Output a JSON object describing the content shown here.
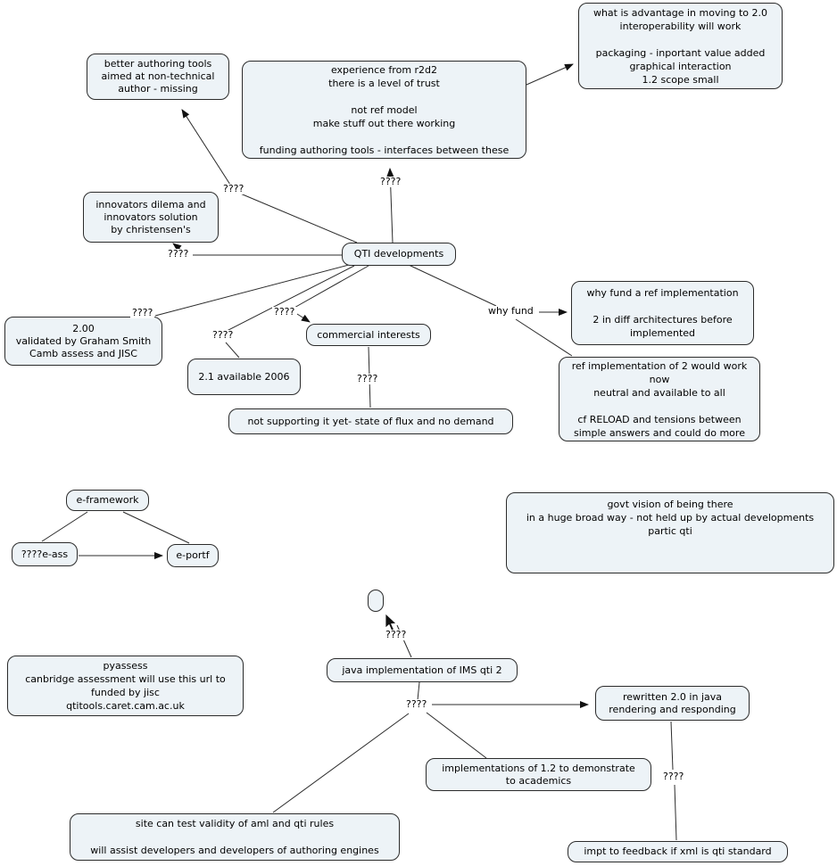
{
  "map": {
    "style": {
      "node_fill": "#edf3f7",
      "node_border": "#2b2b2b",
      "line_color": "#2b2b2b",
      "background": "#ffffff"
    },
    "nodes": {
      "better_authoring": {
        "label": "better authoring tools\naimed at non-technical\nauthor - missing"
      },
      "experience": {
        "label": "experience from r2d2\nthere is a level of trust\n\nnot ref model\nmake stuff out there working\n\nfunding authoring tools - interfaces between these"
      },
      "advantage": {
        "label": "what is advantage in moving to 2.0\ninteroperability will work\n\npackaging - inportant value added\ngraphical interaction\n1.2 scope small"
      },
      "innovators": {
        "label": "innovators dilema and\ninnovators solution\nby christensen's"
      },
      "qti": {
        "label": "QTI developments"
      },
      "v200": {
        "label": "2.00\nvalidated by Graham Smith\nCamb assess and JISC"
      },
      "v21": {
        "label": "2.1 available 2006"
      },
      "commercial": {
        "label": "commercial interests"
      },
      "why_fund_ref": {
        "label": "why fund a ref implementation\n\n2 in diff architectures before\nimplemented"
      },
      "ref_impl": {
        "label": "ref implementation of 2 would work\nnow\nneutral and available to all\n\ncf RELOAD and tensions between\nsimple answers and could do more"
      },
      "not_supporting": {
        "label": "not supporting it yet- state of flux and no demand"
      },
      "eframework": {
        "label": "e-framework"
      },
      "eass": {
        "label": "????e-ass"
      },
      "eportf": {
        "label": "e-portf"
      },
      "govt": {
        "label": "govt vision of being there\nin a huge broad way - not held up by actual developments\npartic qti"
      },
      "pill": {
        "label": ""
      },
      "java_impl": {
        "label": "java implementation of IMS qti 2"
      },
      "pyassess": {
        "label": "pyassess\ncanbridge assessment will use this url to\nfunded by jisc\nqtitools.caret.cam.ac.uk"
      },
      "rewritten": {
        "label": "rewritten 2.0 in java\nrendering and responding"
      },
      "impl_12": {
        "label": "implementations of 1.2 to demonstrate\nto academics"
      },
      "site_test": {
        "label": "site can test validity of aml and qti rules\n\nwill assist developers and developers of authoring engines"
      },
      "impt_feedback": {
        "label": "impt to feedback if xml is qti standard"
      }
    },
    "link_labels": {
      "l1": "????",
      "l2": "????",
      "l3": "????",
      "l4": "????",
      "l5": "????",
      "l6": "????",
      "l7": "why fund",
      "l8": "????",
      "l9": "????",
      "l10": "????",
      "l11": "????"
    }
  }
}
